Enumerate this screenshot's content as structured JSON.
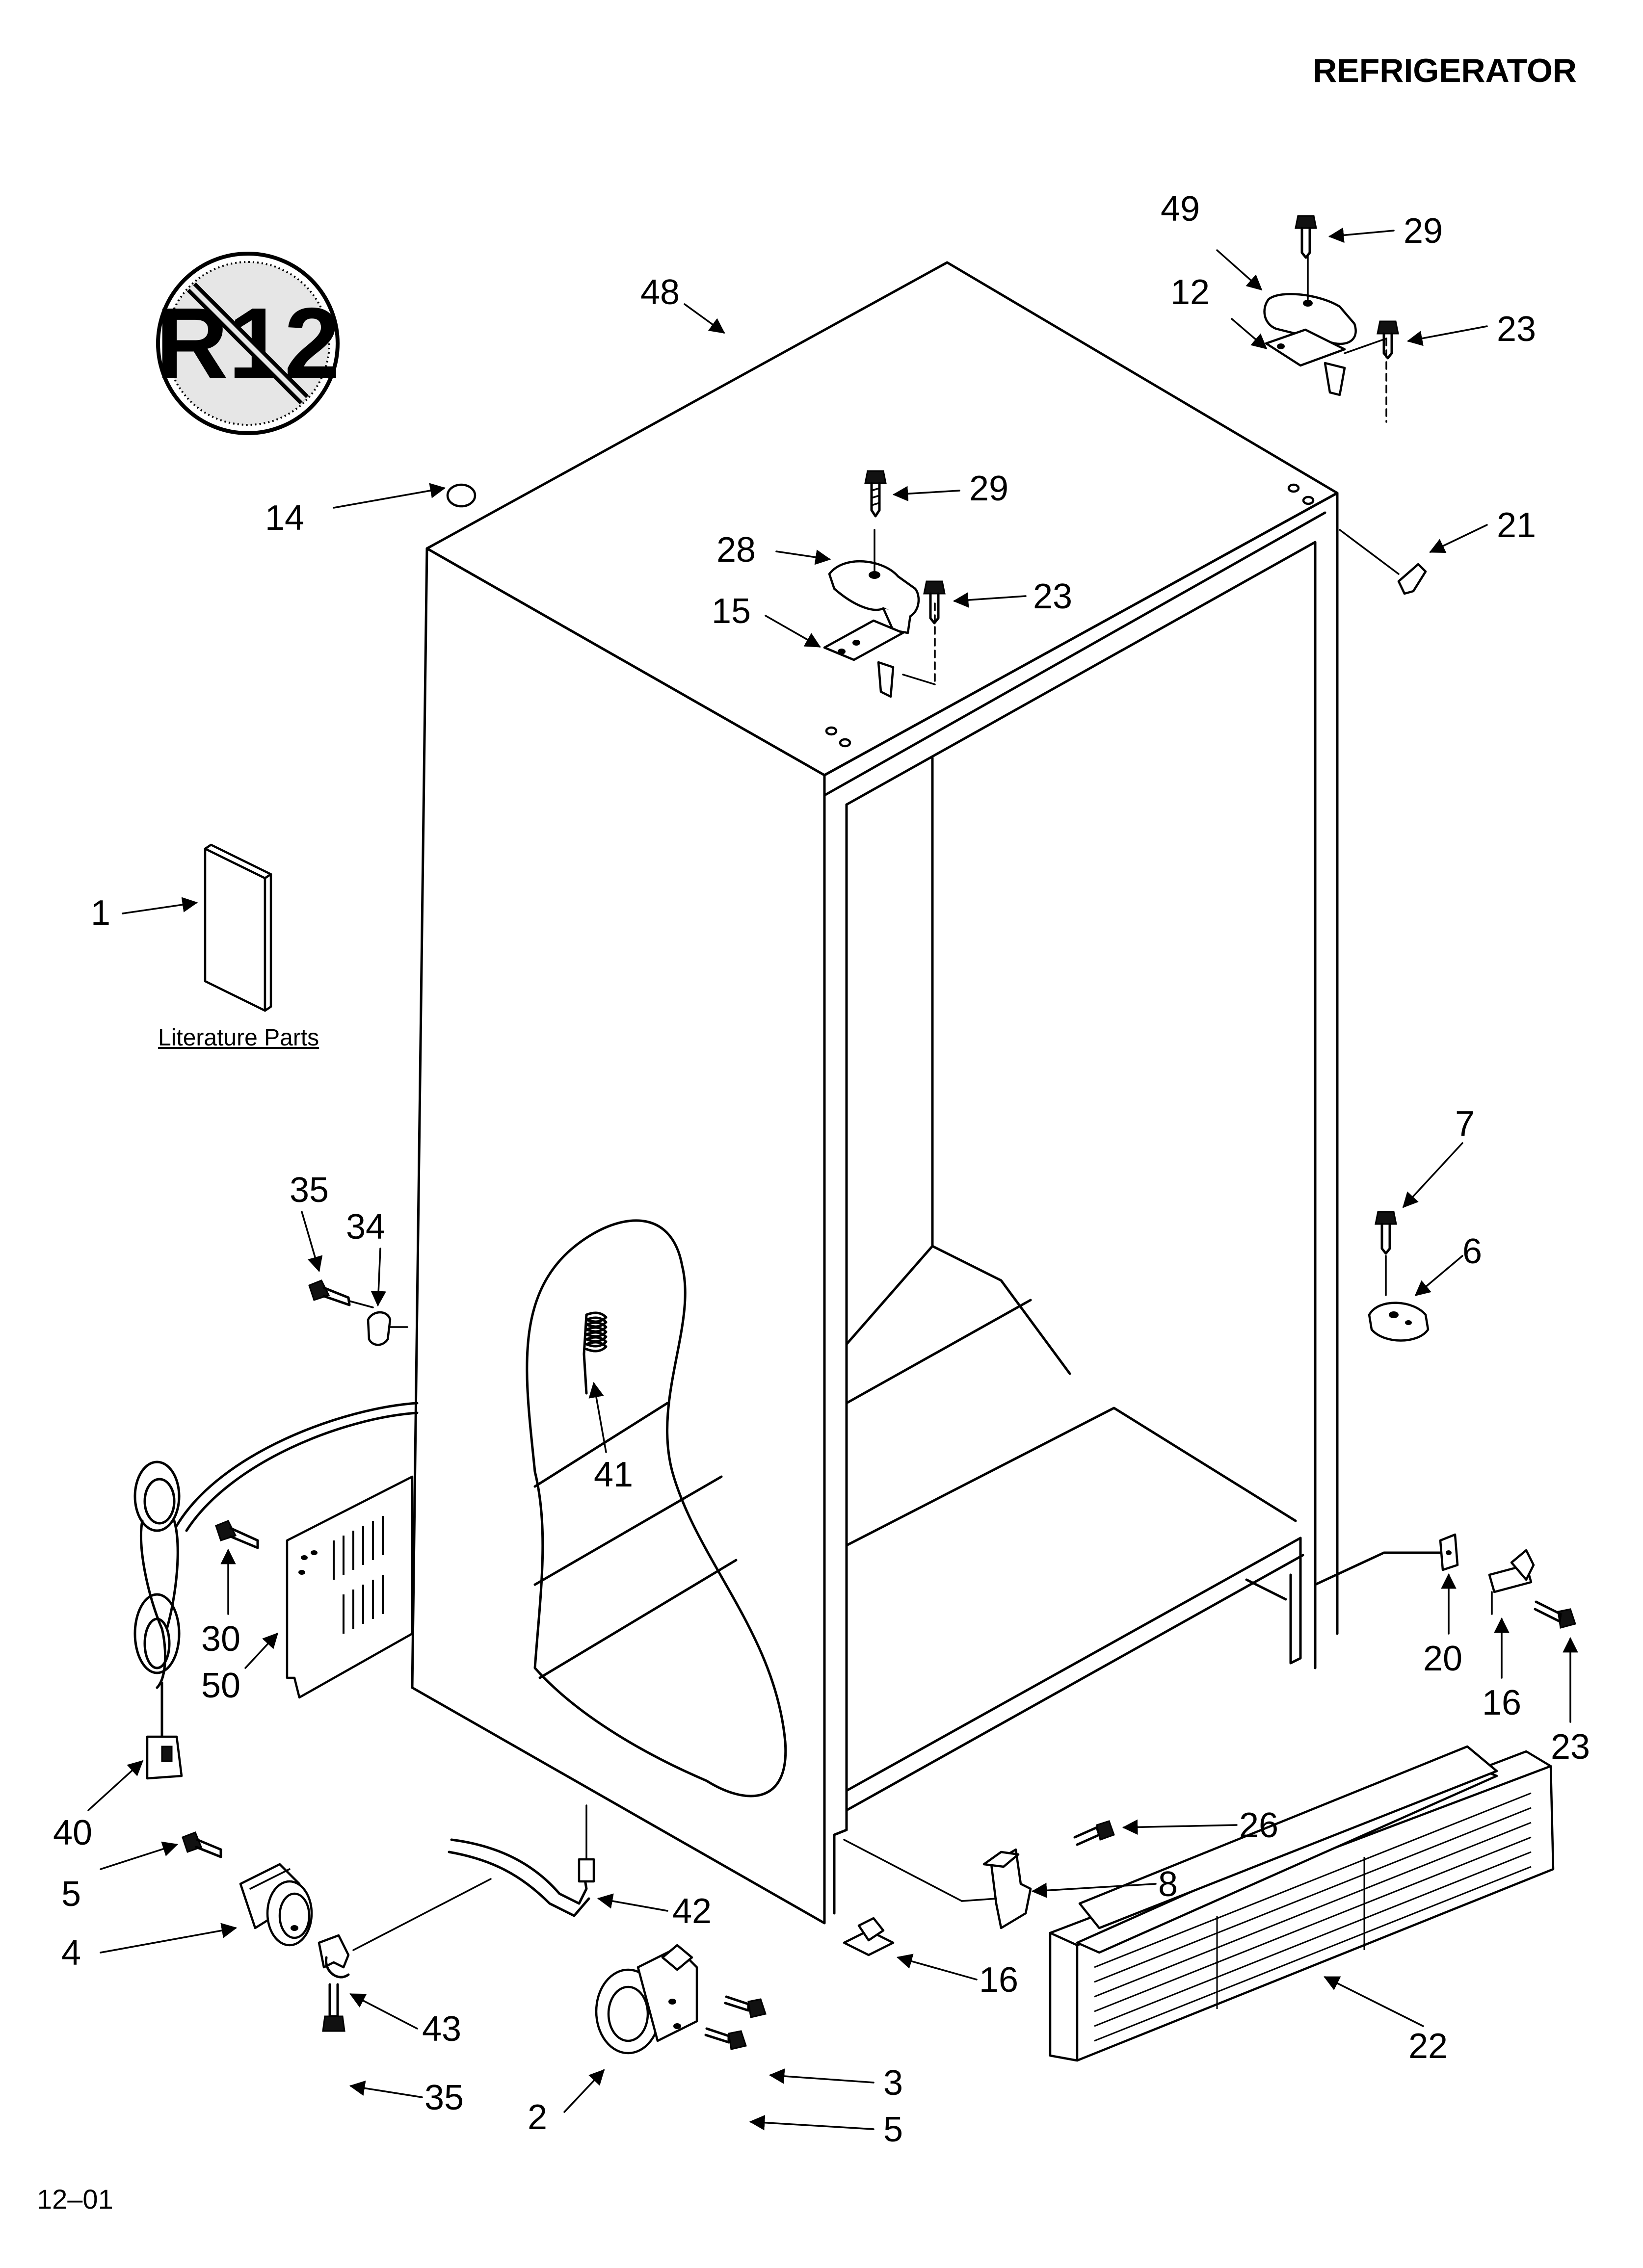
{
  "header": {
    "title": "REFRIGERATOR"
  },
  "footer": {
    "code": "12–01"
  },
  "literature": {
    "label": "Literature Parts"
  },
  "badge": {
    "text": "R12",
    "meaning": "no-r12-symbol"
  },
  "callouts": {
    "c48": "48",
    "c49": "49",
    "c29a": "29",
    "c12": "12",
    "c23a": "23",
    "c14": "14",
    "c29b": "29",
    "c28": "28",
    "c23b": "23",
    "c15": "15",
    "c21": "21",
    "c1": "1",
    "c7": "7",
    "c6": "6",
    "c35a": "35",
    "c34": "34",
    "c41": "41",
    "c30": "30",
    "c50": "50",
    "c20": "20",
    "c16a": "16",
    "c23c": "23",
    "c40": "40",
    "c26": "26",
    "c5a": "5",
    "c8": "8",
    "c42": "42",
    "c4": "4",
    "c16b": "16",
    "c43": "43",
    "c22": "22",
    "c35b": "35",
    "c3": "3",
    "c2": "2",
    "c5b": "5"
  }
}
